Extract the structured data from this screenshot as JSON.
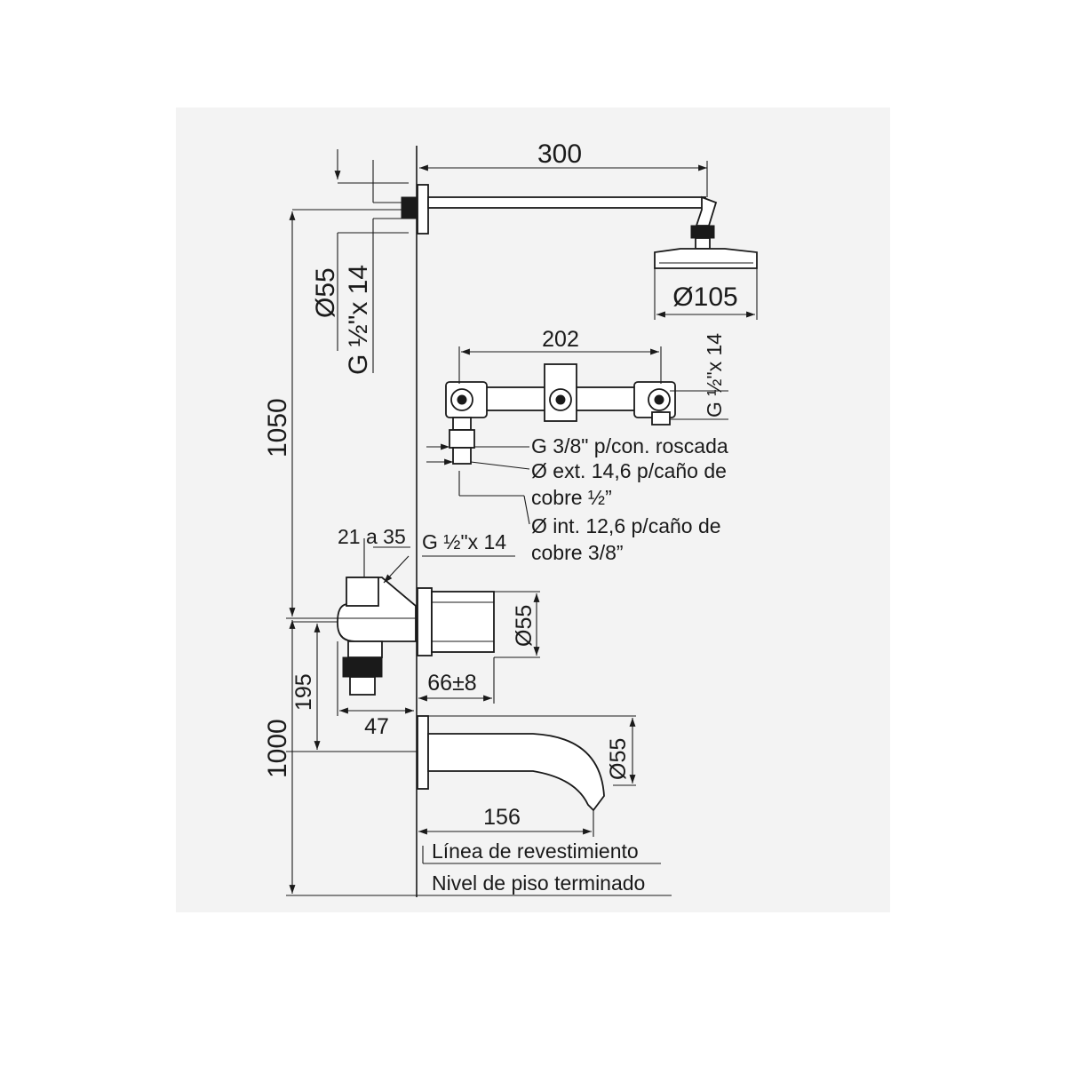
{
  "dimensions": {
    "arm_length": "300",
    "arm_flange_diameter": "Ø55",
    "arm_thread": "G ½\"x 14",
    "total_height_shower": "1050",
    "showerhead_diameter": "Ø105",
    "valve_width": "202",
    "valve_outlet_thread": "G ½\"x 14",
    "mixer_range": "21 a 35",
    "mixer_thread": "G ½\"x 14",
    "mixer_diameter": "Ø55",
    "mixer_depth": "66±8",
    "height_mixer_to_spout": "195",
    "mixer_offset": "47",
    "spout_height": "1000",
    "spout_diameter": "Ø55",
    "spout_length": "156"
  },
  "connections": {
    "line1": "G 3/8\" p/con. roscada",
    "line2": "Ø ext. 14,6 p/caño de",
    "line3": "cobre ½”",
    "line4": "Ø int. 12,6 p/caño de",
    "line5": "cobre 3/8”"
  },
  "reference_lines": {
    "coating_line": "Línea de revestimiento",
    "floor_level": "Nivel de piso terminado"
  }
}
